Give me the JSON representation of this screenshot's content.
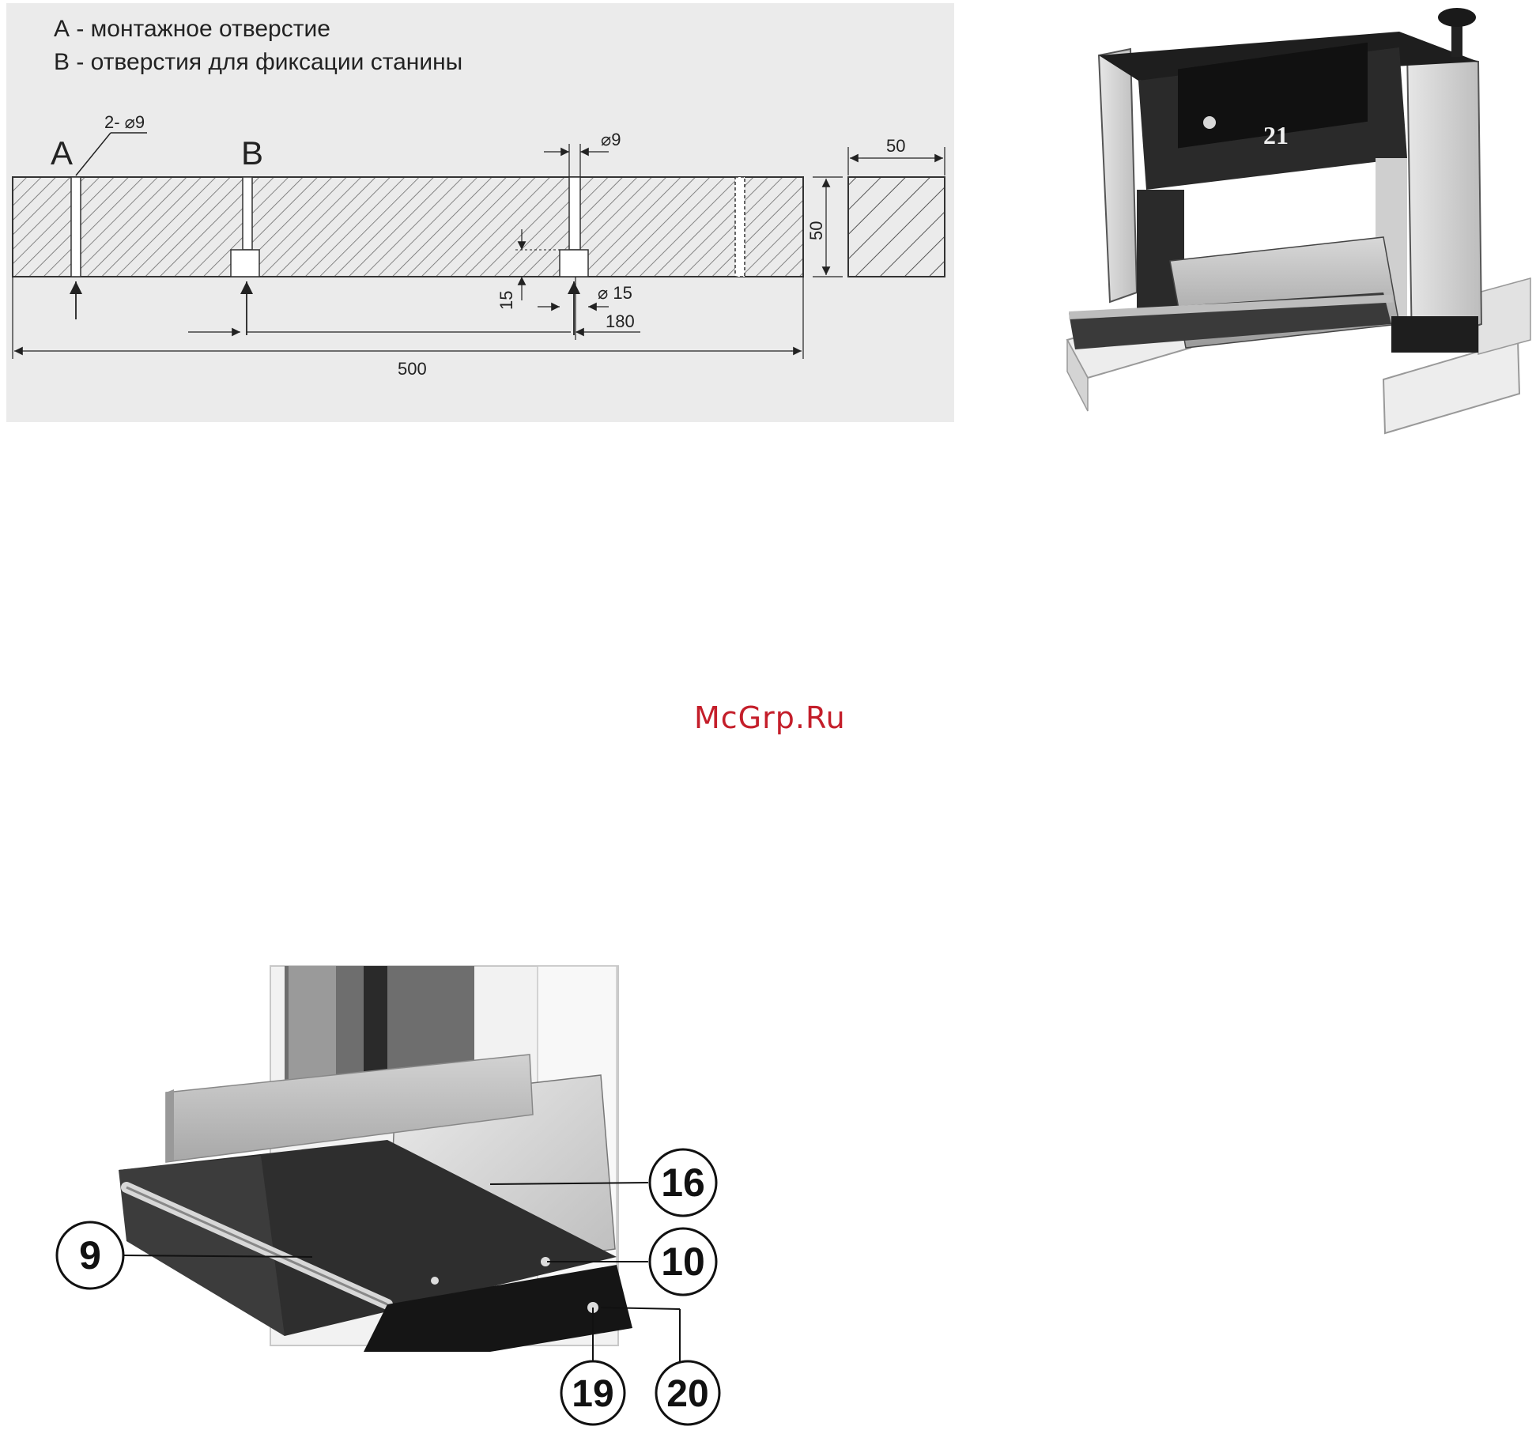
{
  "drawing": {
    "legend": [
      "А - монтажное отверстие",
      "В - отверстия для фиксации станины"
    ],
    "hole_a_label": "A",
    "hole_b_label": "B",
    "dim_two_holes": "2- ⌀9",
    "dim_hole_dia": "⌀9",
    "dim_counterbore": "⌀ 15",
    "dim_depth": "15",
    "dim_offset": "180",
    "dim_length": "500",
    "dim_height": "50",
    "dim_section_width": "50"
  },
  "photo_machine": {
    "badge": "21"
  },
  "watermark": "McGrp.Ru",
  "callouts": [
    "16",
    "9",
    "10",
    "19",
    "20"
  ]
}
